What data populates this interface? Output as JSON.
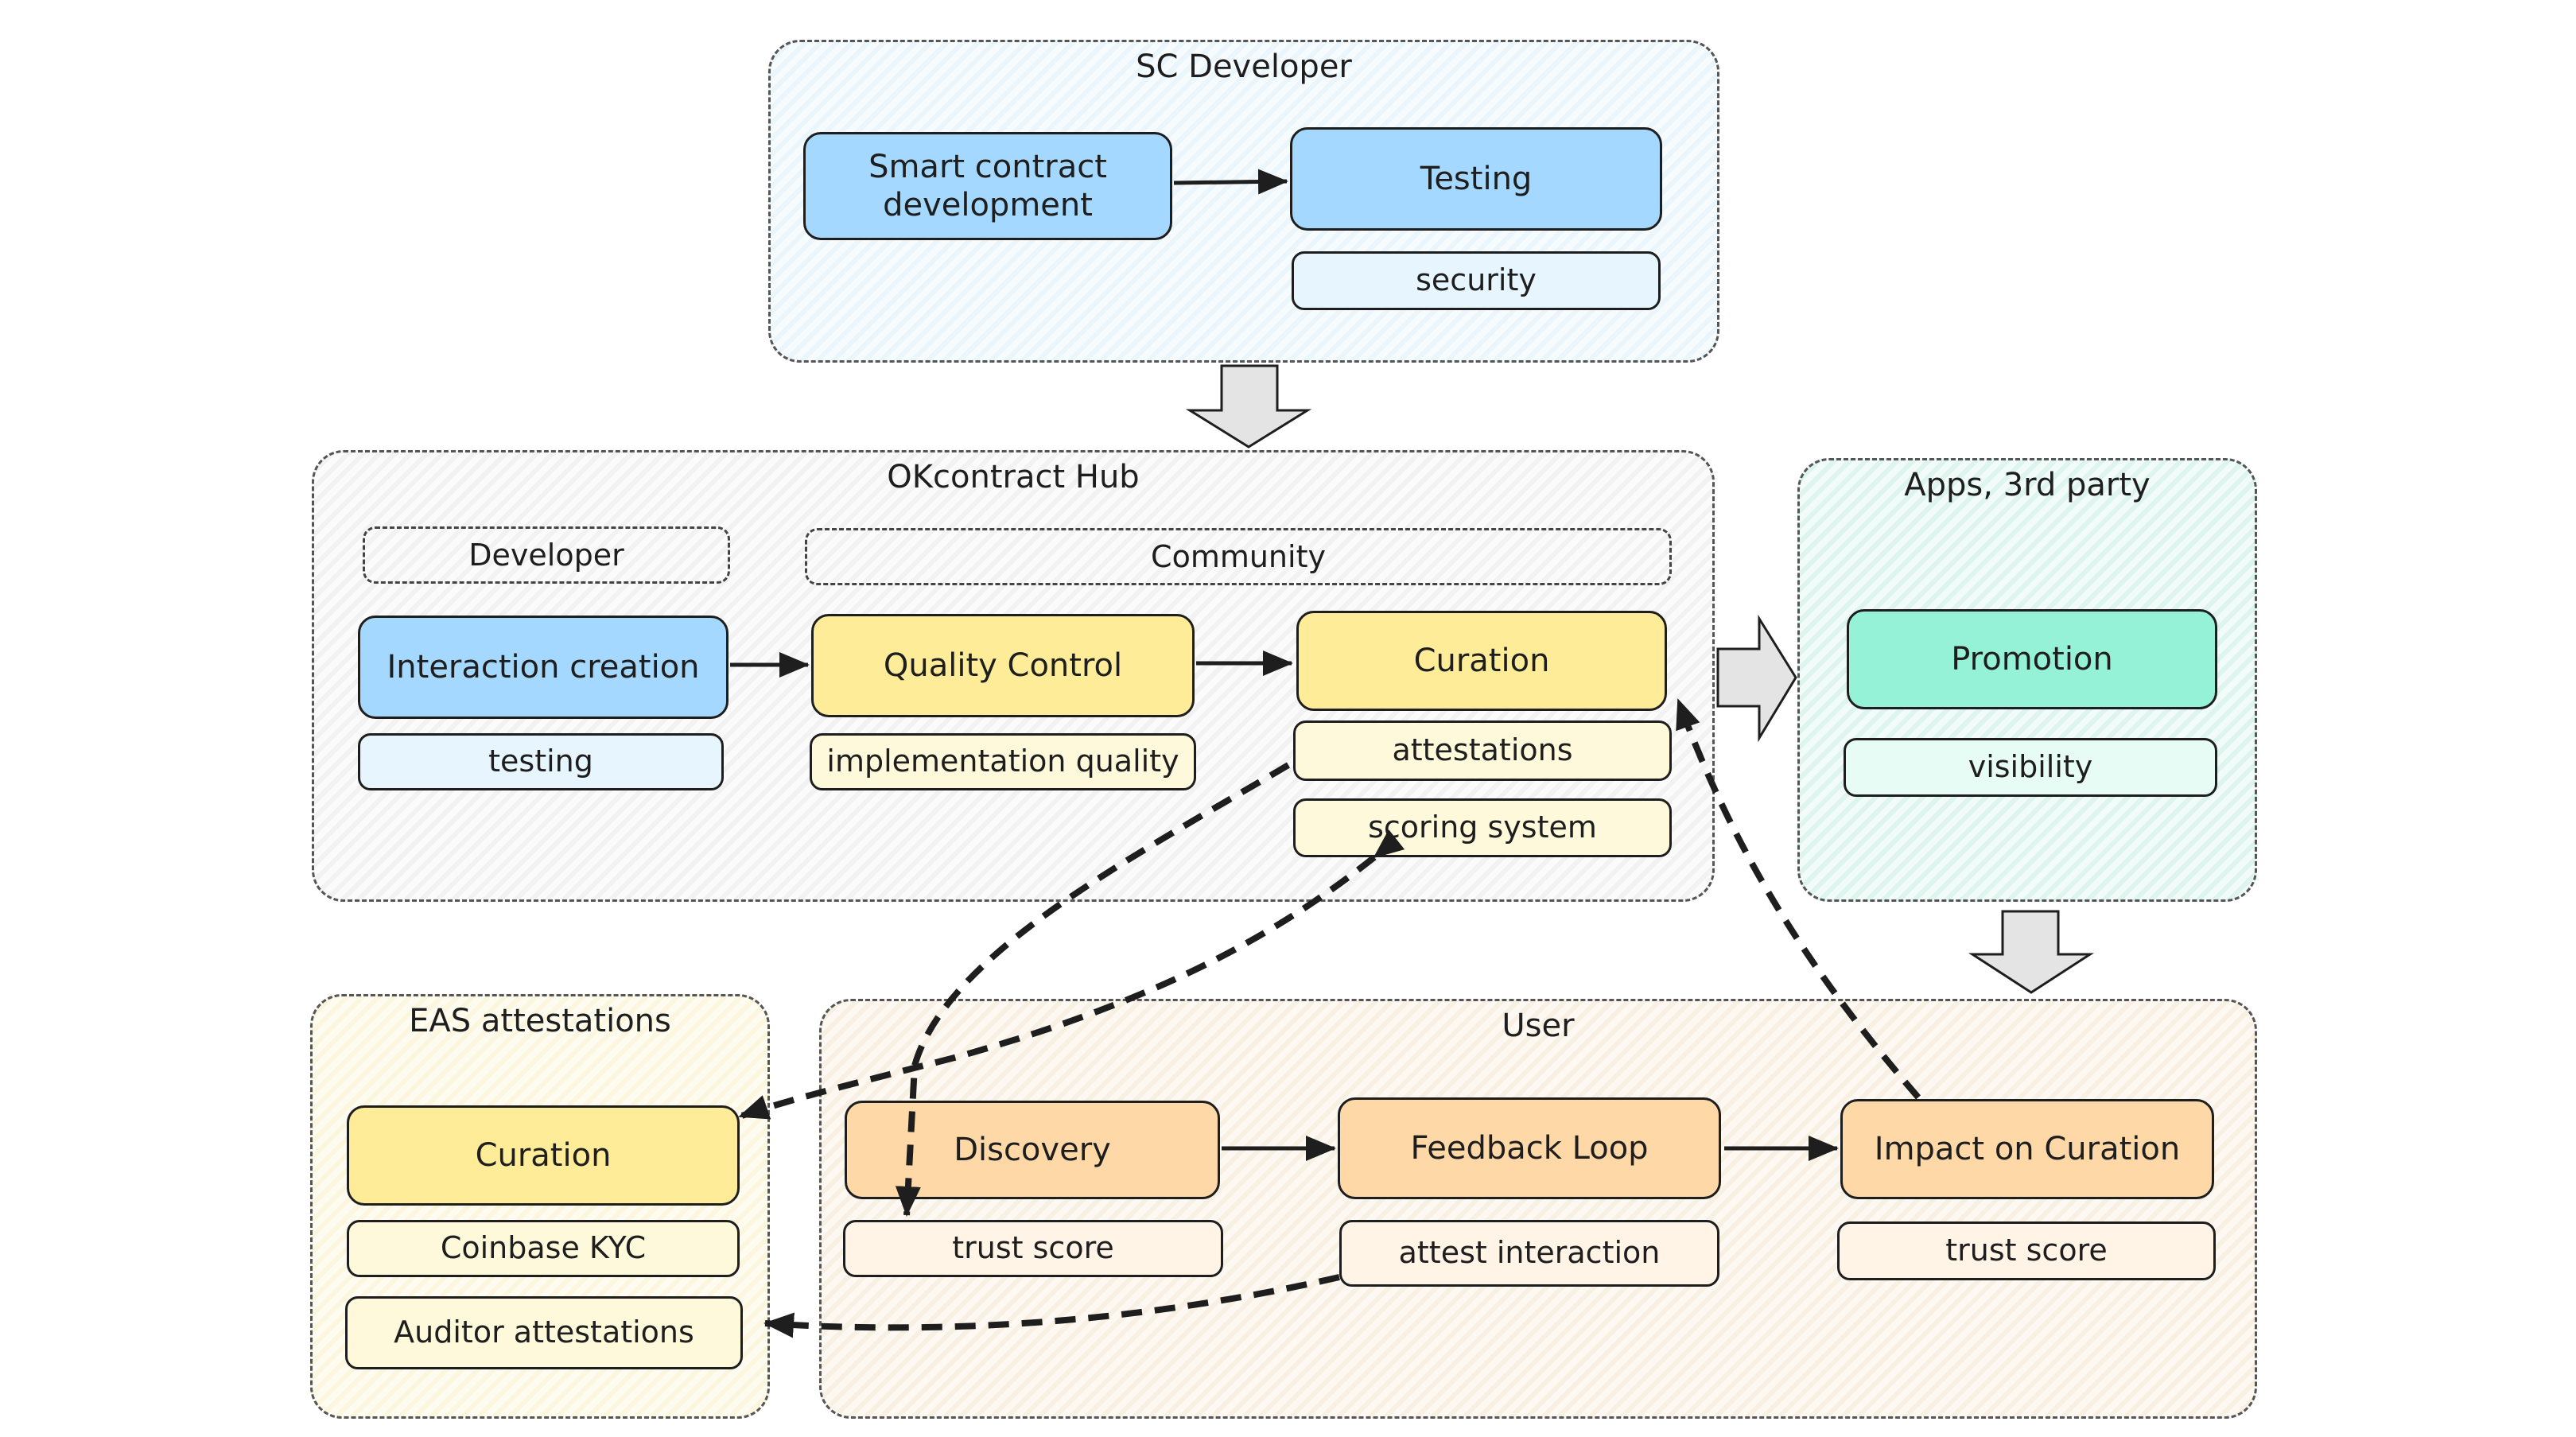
{
  "groups": {
    "sc_developer": "SC Developer",
    "okcontract_hub": "OKcontract Hub",
    "apps": "Apps, 3rd party",
    "eas": "EAS attestations",
    "user": "User"
  },
  "sc_developer": {
    "smart_contract": "Smart contract development",
    "testing": "Testing",
    "security": "security"
  },
  "hub": {
    "developer_label": "Developer",
    "community_label": "Community",
    "interaction_creation": "Interaction creation",
    "testing": "testing",
    "quality_control": "Quality Control",
    "implementation_quality": "implementation quality",
    "curation": "Curation",
    "attestations": "attestations",
    "scoring_system": "scoring system"
  },
  "apps": {
    "promotion": "Promotion",
    "visibility": "visibility"
  },
  "eas": {
    "curation": "Curation",
    "coinbase_kyc": "Coinbase KYC",
    "auditor_attestations": "Auditor attestations"
  },
  "user": {
    "discovery": "Discovery",
    "discovery_trust_score": "trust score",
    "feedback_loop": "Feedback Loop",
    "attest_interaction": "attest interaction",
    "impact_on_curation": "Impact on Curation",
    "impact_trust_score": "trust score"
  },
  "colors": {
    "blue": "#a5d8ff",
    "yellow": "#ffec99",
    "teal": "#96f2d7",
    "orange": "#ffd8a8"
  }
}
